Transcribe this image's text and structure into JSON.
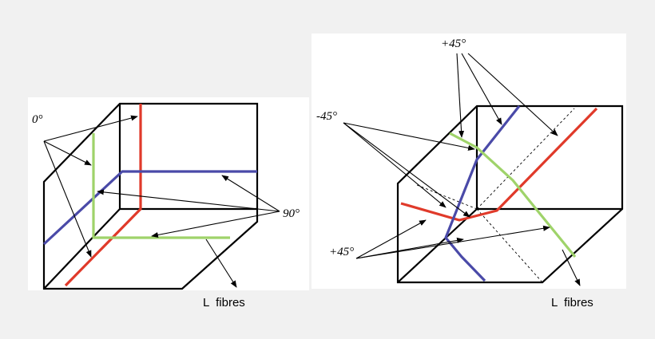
{
  "colors": {
    "background": "#f1f1f1",
    "panel": "#ffffff",
    "edge": "#000000",
    "red_fibre": "#e03a2a",
    "blue_fibre": "#4a4aa8",
    "green_fibre": "#9fd36a"
  },
  "left_diagram": {
    "label_0deg": "0°",
    "label_90deg": "90°",
    "label_fibres": "L  fibres"
  },
  "right_diagram": {
    "label_plus45_top": "+45°",
    "label_minus45": "-45°",
    "label_plus45_bottom": "+45°",
    "label_fibres": "L  fibres"
  }
}
